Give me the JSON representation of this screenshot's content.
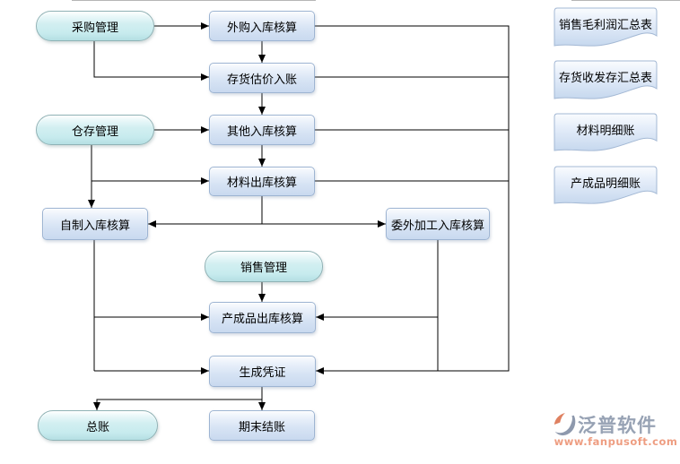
{
  "nodes": {
    "purchase": {
      "label": "采购管理",
      "type": "terminator"
    },
    "outsourced_in": {
      "label": "外购入库核算",
      "type": "process"
    },
    "valuation_entry": {
      "label": "存货估价入账",
      "type": "process"
    },
    "warehouse": {
      "label": "仓存管理",
      "type": "terminator"
    },
    "other_in": {
      "label": "其他入库核算",
      "type": "process"
    },
    "material_out": {
      "label": "材料出库核算",
      "type": "process"
    },
    "selfmade_in": {
      "label": "自制入库核算",
      "type": "process"
    },
    "outsourced_proc_in": {
      "label": "委外加工入库核算",
      "type": "process"
    },
    "sales": {
      "label": "销售管理",
      "type": "terminator"
    },
    "finished_out": {
      "label": "产成品出库核算",
      "type": "process"
    },
    "voucher": {
      "label": "生成凭证",
      "type": "process"
    },
    "general_ledger": {
      "label": "总账",
      "type": "terminator"
    },
    "period_end": {
      "label": "期末结账",
      "type": "process"
    },
    "report_sales_profit": {
      "label": "销售毛利润汇总表",
      "type": "document"
    },
    "report_inventory": {
      "label": "存货收发存汇总表",
      "type": "document"
    },
    "report_material": {
      "label": "材料明细账",
      "type": "document"
    },
    "report_finished": {
      "label": "产成品明细账",
      "type": "document"
    }
  },
  "edges": [
    "采购管理->外购入库核算",
    "采购管理->存货估价入账",
    "外购入库核算->存货估价入账",
    "存货估价入账->其他入库核算",
    "仓存管理->其他入库核算",
    "仓存管理->材料出库核算",
    "仓存管理->自制入库核算",
    "其他入库核算->材料出库核算",
    "材料出库核算->自制入库核算",
    "材料出库核算->委外加工入库核算",
    "外购入库核算->生成凭证",
    "存货估价入账->生成凭证",
    "其他入库核算->生成凭证",
    "材料出库核算->生成凭证",
    "委外加工入库核算->产成品出库核算",
    "委外加工入库核算->生成凭证",
    "自制入库核算->产成品出库核算",
    "自制入库核算->生成凭证",
    "销售管理->产成品出库核算",
    "生成凭证->总账",
    "生成凭证->期末结账"
  ],
  "watermark": {
    "brand": "泛普软件",
    "url": "www.fanpusoft.com"
  },
  "colors": {
    "terminator_fill": "#cdecef",
    "terminator_border": "#8fb2b5",
    "process_fill": "#d6e3f4",
    "process_border": "#9db4d2",
    "document_fill": "#d7e4f4",
    "document_border": "#a3b8d4",
    "connector": "#000000",
    "brand_text": "#97a2b4",
    "brand_url": "#ee9d81"
  }
}
